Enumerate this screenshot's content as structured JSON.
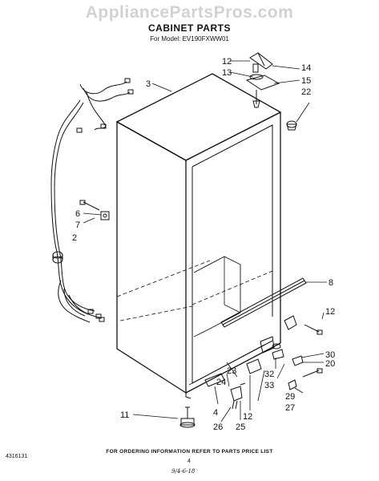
{
  "watermark": "AppliancePartsPros.com",
  "title": "CABINET PARTS",
  "subtitle": "For Model: EV190FXWW01",
  "footer_note": "FOR ORDERING INFORMATION REFER TO PARTS PRICE LIST",
  "doc_number": "4316131",
  "page_number": "4",
  "handwritten_note": "9/4-6-18",
  "callouts": {
    "c12a": "12",
    "c14": "14",
    "c13": "13",
    "c15": "15",
    "c3": "3",
    "c22": "22",
    "c6": "6",
    "c7": "7",
    "c2": "2",
    "c8": "8",
    "c12b": "12",
    "c30": "30",
    "c20": "20",
    "c23": "23",
    "c24": "24",
    "c32": "32",
    "c33": "33",
    "c29": "29",
    "c27": "27",
    "c12c": "12",
    "c25": "25",
    "c11": "11",
    "c4": "4",
    "c26": "26"
  }
}
